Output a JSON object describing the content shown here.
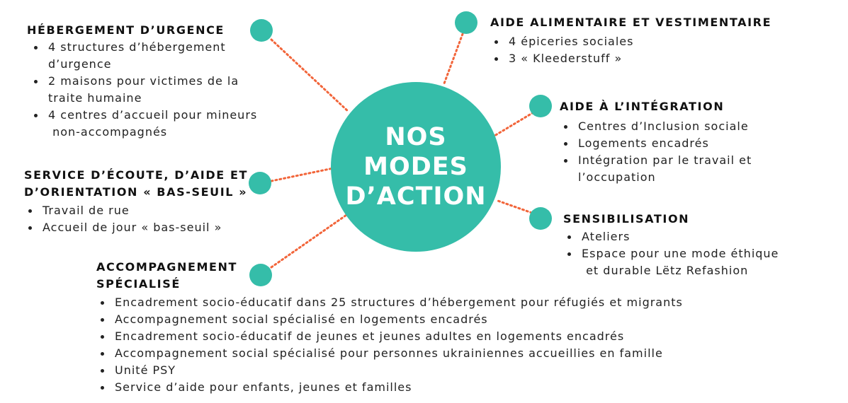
{
  "colors": {
    "accent": "#35bda9",
    "connector": "#f2653a",
    "text": "#1f1f1f"
  },
  "center": {
    "lines": [
      "NOS",
      "MODES",
      "D’ACTION"
    ]
  },
  "sections": {
    "hebergement": {
      "title": "HÉBERGEMENT D’URGENCE",
      "items": [
        [
          "4 structures d’hébergement",
          "d’urgence"
        ],
        [
          "2 maisons pour victimes de la",
          "traite humaine"
        ],
        [
          "4 centres d’accueil pour mineurs",
          " non-accompagnés"
        ]
      ]
    },
    "ecoute": {
      "title_lines": [
        "SERVICE D’ÉCOUTE, D’AIDE ET",
        "D’ORIENTATION « BAS-SEUIL »"
      ],
      "items": [
        [
          "Travail de rue"
        ],
        [
          "Accueil de jour « bas-seuil »"
        ]
      ]
    },
    "accompagnement": {
      "title_lines": [
        "ACCOMPAGNEMENT",
        "SPÉCIALISÉ"
      ],
      "items": [
        [
          "Encadrement socio-éducatif dans 25 structures d’hébergement pour réfugiés et migrants"
        ],
        [
          "Accompagnement social spécialisé en logements encadrés"
        ],
        [
          "Encadrement socio-éducatif de jeunes et jeunes adultes en logements encadrés"
        ],
        [
          "Accompagnement social spécialisé pour personnes ukrainiennes accueillies en famille"
        ],
        [
          "Unité PSY"
        ],
        [
          "Service d’aide pour enfants, jeunes et familles"
        ]
      ]
    },
    "alimentaire": {
      "title": "AIDE ALIMENTAIRE ET VESTIMENTAIRE",
      "items": [
        [
          "4 épiceries sociales"
        ],
        [
          "3 « Kleederstuff »"
        ]
      ]
    },
    "integration": {
      "title": "AIDE À L’INTÉGRATION",
      "items": [
        [
          "Centres d’Inclusion sociale"
        ],
        [
          "Logements encadrés"
        ],
        [
          "Intégration par le travail et",
          "l’occupation"
        ]
      ]
    },
    "sensibilisation": {
      "title": "SENSIBILISATION",
      "items": [
        [
          "Ateliers"
        ],
        [
          "Espace pour une mode éthique",
          " et durable Lëtz Refashion"
        ]
      ]
    }
  }
}
